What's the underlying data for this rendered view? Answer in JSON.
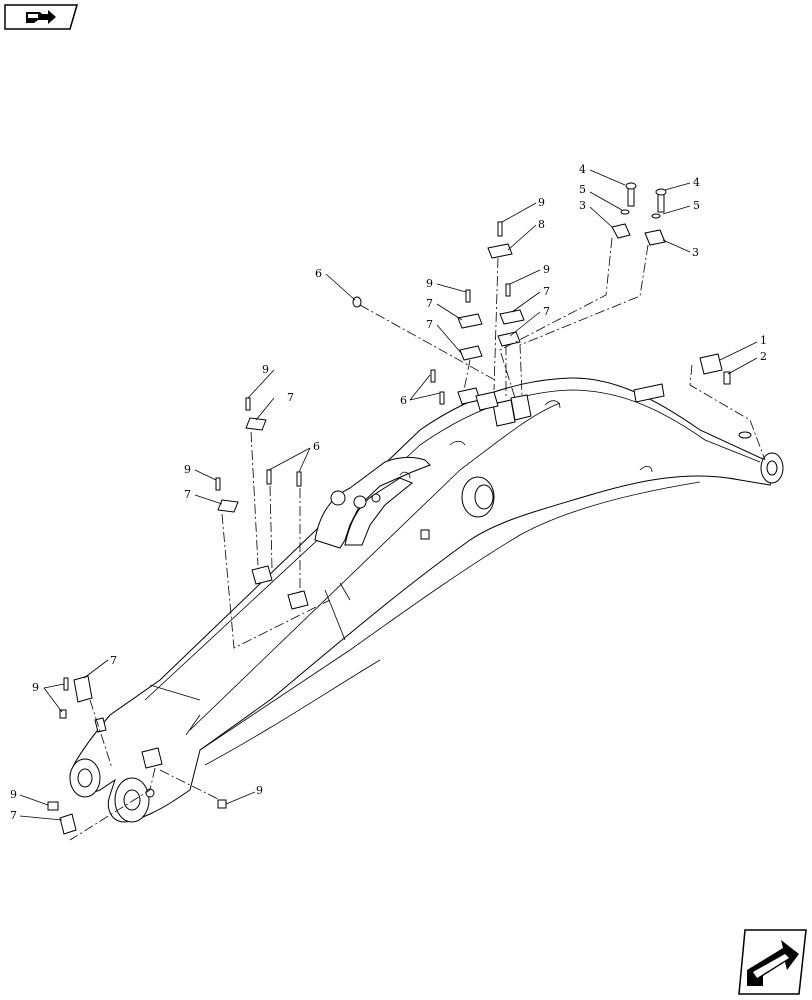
{
  "icons": {
    "top_left": "book-with-arrow-icon",
    "bottom_right": "next-page-arrow-icon"
  },
  "callouts": {
    "c1": "1",
    "c2": "2",
    "c3a": "3",
    "c3b": "3",
    "c4a": "4",
    "c4b": "4",
    "c5a": "5",
    "c5b": "5",
    "c6a": "6",
    "c6b": "6",
    "c6c": "6",
    "c7a": "7",
    "c7b": "7",
    "c7c": "7",
    "c7d": "7",
    "c7e": "7",
    "c7f": "7",
    "c7g": "7",
    "c8": "8",
    "c9a": "9",
    "c9b": "9",
    "c9c": "9",
    "c9d": "9",
    "c9e": "9",
    "c9f": "9",
    "c9g": "9"
  }
}
